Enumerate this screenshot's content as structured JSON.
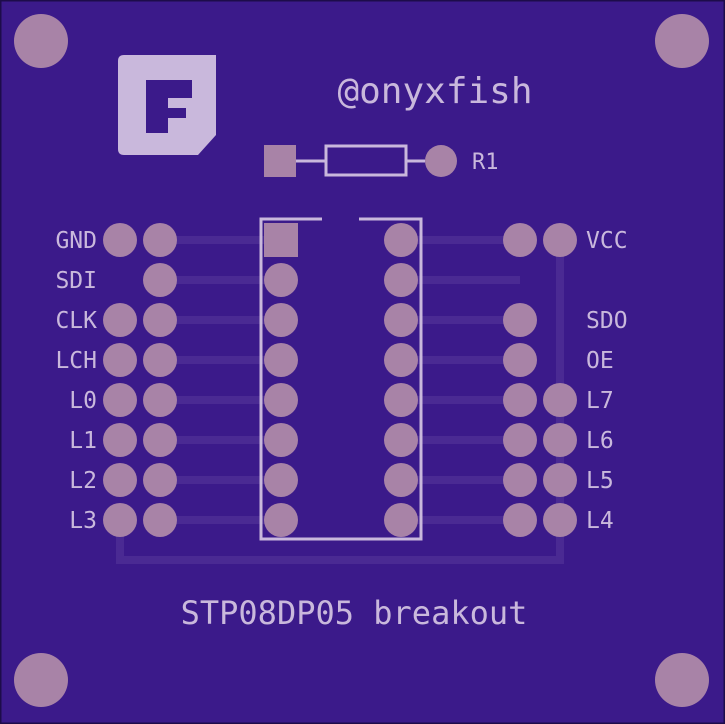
{
  "board": {
    "colors": {
      "substrate": "#3b1a8a",
      "copper": "#a883a7",
      "trace": "#4a2a93",
      "silkscreen": "#c9b8dc",
      "logo": "#c9b8dc",
      "logo_cut": "#3b1a8a"
    },
    "logo_icon": "onyxfish-logo-icon",
    "handle": "@onyxfish",
    "resistor_label": "R1",
    "title": "STP08DP05 breakout",
    "left_pins": [
      "GND",
      "SDI",
      "CLK",
      "LCH",
      "L0",
      "L1",
      "L2",
      "L3"
    ],
    "right_pins": [
      "VCC",
      "",
      "SDO",
      "OE",
      "L7",
      "L6",
      "L5",
      "L4"
    ]
  }
}
